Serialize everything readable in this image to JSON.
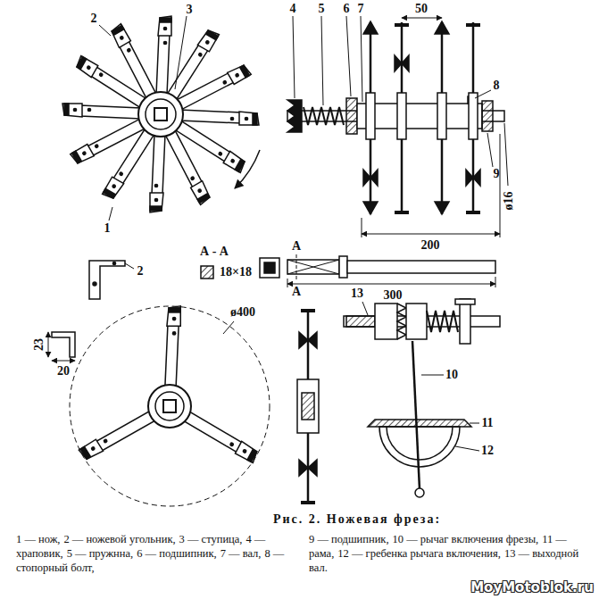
{
  "diagram": {
    "caption": "Рис. 2. Ножевая фреза:",
    "labels": [
      "2",
      "3",
      "1",
      "4",
      "5",
      "6",
      "7",
      "50",
      "8",
      "9",
      "200",
      "ø16",
      "2",
      "23",
      "20",
      "ø400",
      "А - А",
      "18×18",
      "А",
      "А",
      "300",
      "13",
      "10",
      "11",
      "12",
      "1 — нож,",
      "2 — ножевой угольник,",
      "3 — ступица,",
      "4 — храповик,",
      "5 — пружнна,",
      "6 — подшипник,",
      "7 — вал,",
      "8 — стопорный болт,",
      "9 — подшипник,",
      "10 — рычаг включения фрезы,",
      "11 — рама,",
      "12 — гребенка рычага включения,",
      "13 — выходной вал.",
      "MoyMotoblok.ru"
    ]
  }
}
